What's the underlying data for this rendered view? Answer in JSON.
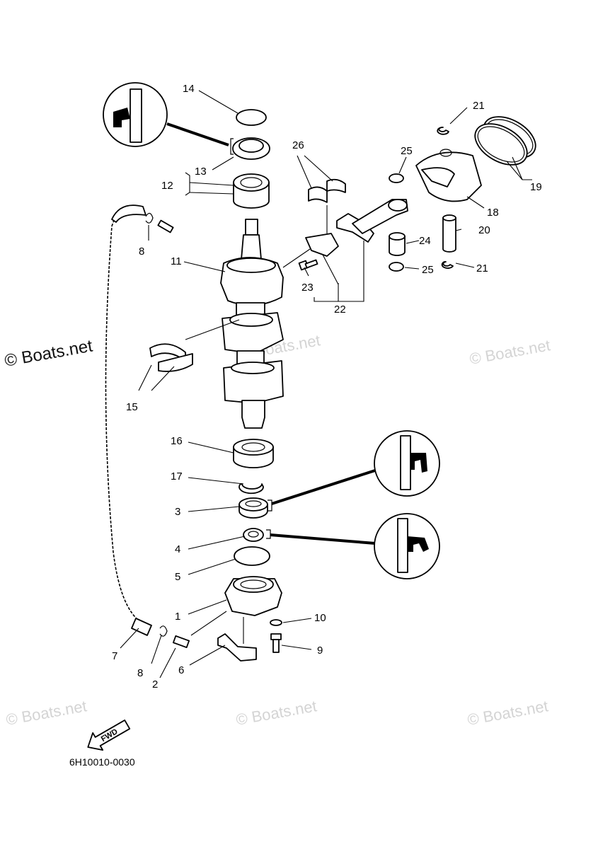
{
  "watermarks": {
    "dark": "© Boats.net",
    "light": "© Boats.net"
  },
  "diagram_code": "6H10010-0030",
  "fwd_label": "FWD",
  "callouts": {
    "c1": "1",
    "c2": "2",
    "c3": "3",
    "c4": "4",
    "c5": "5",
    "c6": "6",
    "c7": "7",
    "c8a": "8",
    "c8b": "8",
    "c9": "9",
    "c10": "10",
    "c11": "11",
    "c12": "12",
    "c13": "13",
    "c14": "14",
    "c15": "15",
    "c16": "16",
    "c17": "17",
    "c18": "18",
    "c19": "19",
    "c20": "20",
    "c21a": "21",
    "c21b": "21",
    "c22": "22",
    "c23": "23",
    "c24": "24",
    "c25a": "25",
    "c25b": "25",
    "c26": "26"
  }
}
